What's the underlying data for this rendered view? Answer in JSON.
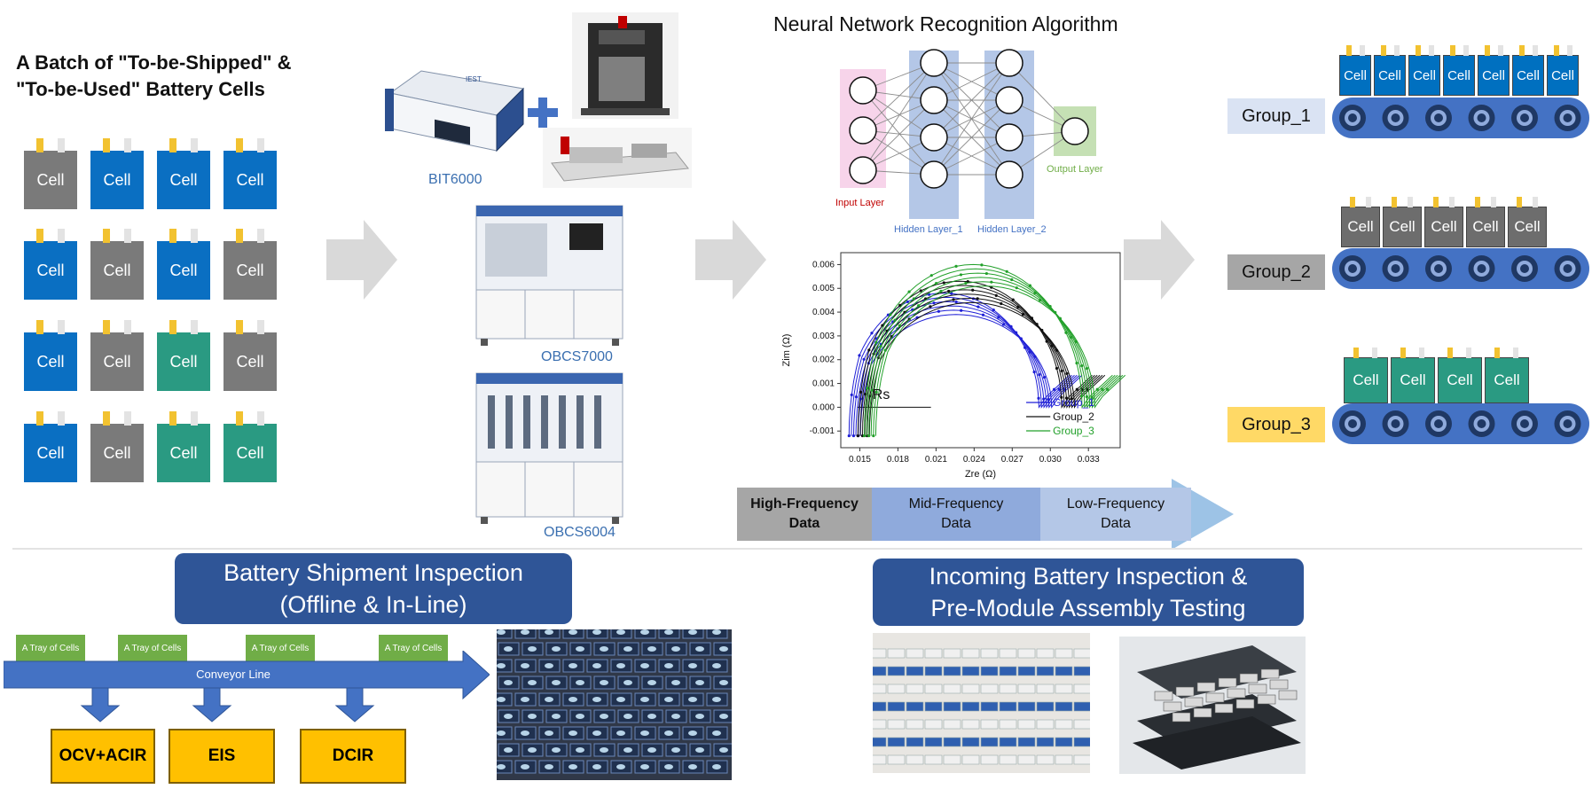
{
  "batch": {
    "title_line1": "A Batch of \"To-be-Shipped\" &",
    "title_line2": "\"To-be-Used\" Battery Cells",
    "cell_label": "Cell",
    "colors": [
      "gray",
      "blue",
      "blue",
      "blue",
      "blue",
      "gray",
      "blue",
      "gray",
      "blue",
      "gray",
      "teal",
      "gray",
      "blue",
      "gray",
      "teal",
      "teal"
    ]
  },
  "equipment": {
    "bit": "BIT6000",
    "obcs1": "OBCS7000",
    "obcs2": "OBCS6004",
    "brand_mark": "IEST"
  },
  "nn": {
    "title": "Neural Network Recognition Algorithm",
    "input_layer": "Input Layer",
    "hidden1": "Hidden Layer_1",
    "hidden2": "Hidden Layer_2",
    "output_layer": "Output Layer"
  },
  "chart_data": {
    "type": "line",
    "xlabel": "Zre (Ω)",
    "ylabel": "Zim (Ω)",
    "xlim": [
      0.0135,
      0.0355
    ],
    "ylim": [
      -0.0017,
      0.0065
    ],
    "xticks": [
      "0.015",
      "0.018",
      "0.021",
      "0.024",
      "0.027",
      "0.030",
      "0.033"
    ],
    "yticks": [
      "-0.001",
      "0.000",
      "0.001",
      "0.002",
      "0.003",
      "0.004",
      "0.005",
      "0.006"
    ],
    "annotation": "Rs",
    "series": [
      {
        "name": "Group_1",
        "color": "#1f1fd6",
        "rs": 0.0146,
        "peak_x": 0.0225,
        "peak_y": 0.0048,
        "end_x": 0.0296
      },
      {
        "name": "Group_2",
        "color": "#111111",
        "rs": 0.0153,
        "peak_x": 0.0238,
        "peak_y": 0.0053,
        "end_x": 0.0314
      },
      {
        "name": "Group_3",
        "color": "#22a02a",
        "rs": 0.0158,
        "peak_x": 0.025,
        "peak_y": 0.006,
        "end_x": 0.033
      }
    ]
  },
  "freq_bands": {
    "high": "High-Frequency\nData",
    "mid": "Mid-Frequency\nData",
    "low": "Low-Frequency\nData",
    "high_line1": "High-Frequency",
    "high_line2": "Data",
    "mid_line1": "Mid-Frequency",
    "mid_line2": "Data",
    "low_line1": "Low-Frequency",
    "low_line2": "Data"
  },
  "groups": [
    {
      "label": "Group_1",
      "bg": "#dae3f3",
      "cell_color": "#0070c0",
      "count": 7
    },
    {
      "label": "Group_2",
      "bg": "#a6a6a6",
      "cell_color": "#6d6d6d",
      "count": 5
    },
    {
      "label": "Group_3",
      "bg": "#ffd966",
      "cell_color": "#2a9a82",
      "count": 4
    }
  ],
  "shipment": {
    "header_line1": "Battery Shipment Inspection",
    "header_line2": "(Offline & In-Line)",
    "tray_label": "A Tray of Cells",
    "conveyor": "Conveyor Line",
    "tests": [
      "OCV+ACIR",
      "EIS",
      "DCIR"
    ]
  },
  "incoming": {
    "header_line1": "Incoming Battery Inspection &",
    "header_line2": "Pre-Module Assembly Testing"
  }
}
